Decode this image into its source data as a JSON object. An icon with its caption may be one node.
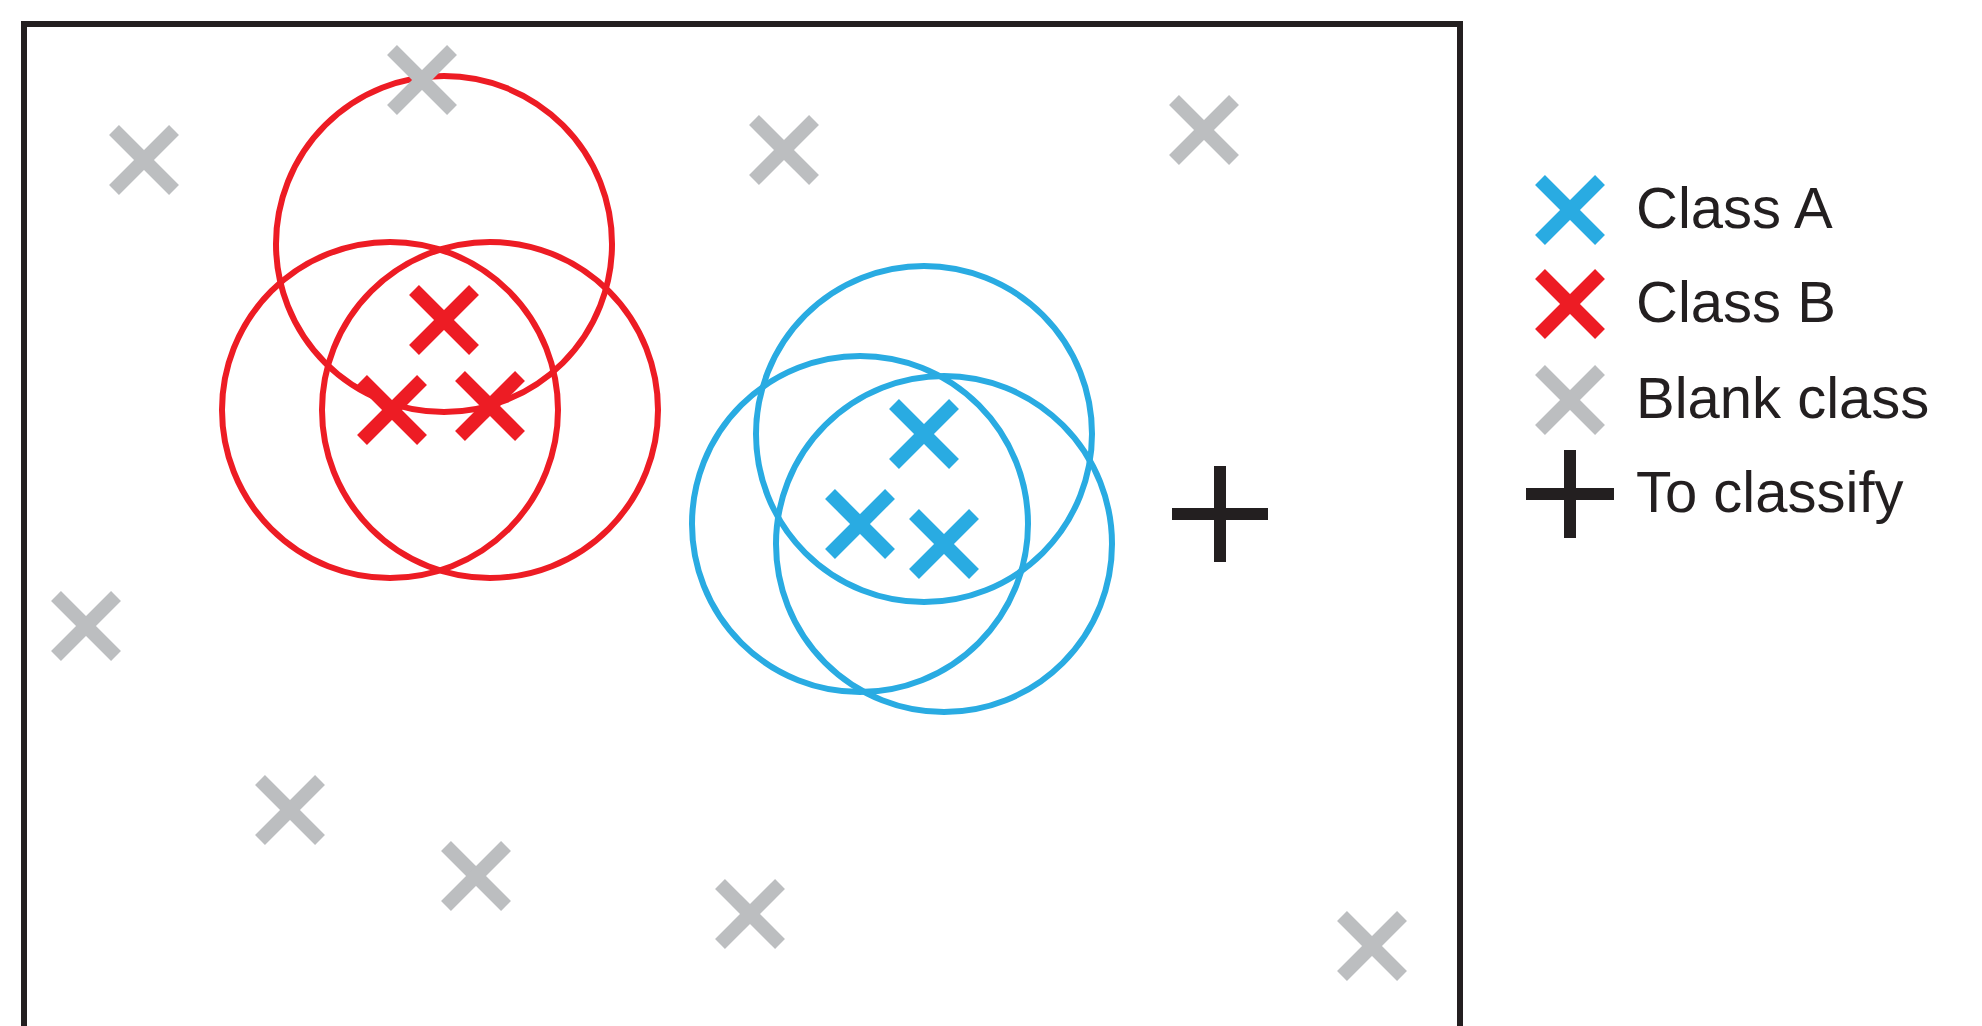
{
  "diagram": {
    "legend": [
      {
        "text": "Class A"
      },
      {
        "text": "Class B"
      },
      {
        "text": "Blank class"
      },
      {
        "text": "To classify"
      }
    ]
  }
}
